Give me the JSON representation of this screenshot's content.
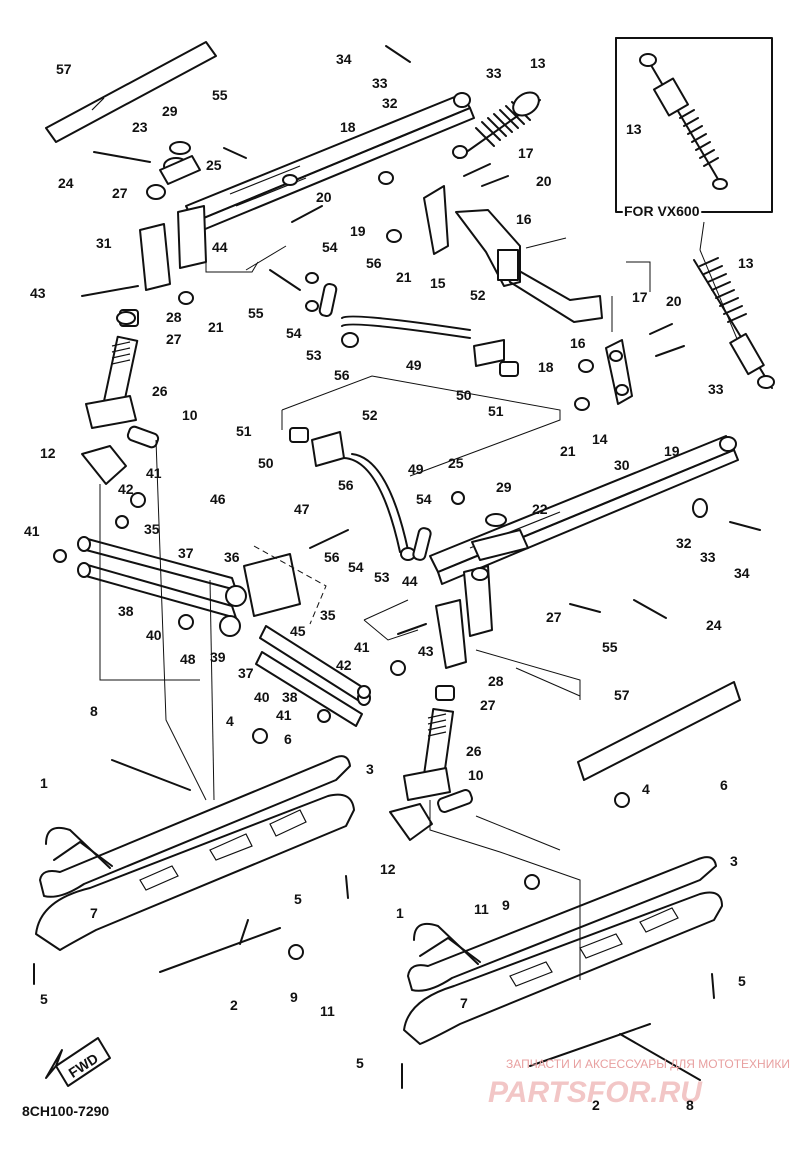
{
  "inset": {
    "label": "FOR VX600"
  },
  "diagram_code": "8CH100-7290",
  "fwd_arrow": {
    "label": "FWD"
  },
  "decal_text": "",
  "watermark": {
    "line1": "ЗАПЧАСТИ И АКСЕССУАРЫ ДЛЯ МОТОТЕХНИКИ",
    "line2": "PARTSFOR.RU"
  },
  "callouts": [
    {
      "id": "c57a",
      "label": "57"
    },
    {
      "id": "c55a",
      "label": "55"
    },
    {
      "id": "c29a",
      "label": "29"
    },
    {
      "id": "c23",
      "label": "23"
    },
    {
      "id": "c24a",
      "label": "24"
    },
    {
      "id": "c25a",
      "label": "25"
    },
    {
      "id": "c27a",
      "label": "27"
    },
    {
      "id": "c31",
      "label": "31"
    },
    {
      "id": "c44a",
      "label": "44"
    },
    {
      "id": "c43a",
      "label": "43"
    },
    {
      "id": "c28a",
      "label": "28"
    },
    {
      "id": "c21a",
      "label": "21"
    },
    {
      "id": "c27b",
      "label": "27"
    },
    {
      "id": "c26a",
      "label": "26"
    },
    {
      "id": "c34a",
      "label": "34"
    },
    {
      "id": "c33a",
      "label": "33"
    },
    {
      "id": "c32a",
      "label": "32"
    },
    {
      "id": "c33b",
      "label": "33"
    },
    {
      "id": "c13a",
      "label": "13"
    },
    {
      "id": "c18a",
      "label": "18"
    },
    {
      "id": "c17a",
      "label": "17"
    },
    {
      "id": "c20a",
      "label": "20"
    },
    {
      "id": "c20b",
      "label": "20"
    },
    {
      "id": "c19a",
      "label": "19"
    },
    {
      "id": "c16a",
      "label": "16"
    },
    {
      "id": "c21b",
      "label": "21"
    },
    {
      "id": "c15",
      "label": "15"
    },
    {
      "id": "c54a",
      "label": "54"
    },
    {
      "id": "c56a",
      "label": "56"
    },
    {
      "id": "c55b",
      "label": "55"
    },
    {
      "id": "c54b",
      "label": "54"
    },
    {
      "id": "c53a",
      "label": "53"
    },
    {
      "id": "c52a",
      "label": "52"
    },
    {
      "id": "c49a",
      "label": "49"
    },
    {
      "id": "c56b",
      "label": "56"
    },
    {
      "id": "c50a",
      "label": "50"
    },
    {
      "id": "c51a",
      "label": "51"
    },
    {
      "id": "c13b",
      "label": "13"
    },
    {
      "id": "c13c",
      "label": "13"
    },
    {
      "id": "c17b",
      "label": "17"
    },
    {
      "id": "c20c",
      "label": "20"
    },
    {
      "id": "c16b",
      "label": "16"
    },
    {
      "id": "c18b",
      "label": "18"
    },
    {
      "id": "c33c",
      "label": "33"
    },
    {
      "id": "c14",
      "label": "14"
    },
    {
      "id": "c21c",
      "label": "21"
    },
    {
      "id": "c19b",
      "label": "19"
    },
    {
      "id": "c10a",
      "label": "10"
    },
    {
      "id": "c12a",
      "label": "12"
    },
    {
      "id": "c41a",
      "label": "41"
    },
    {
      "id": "c42a",
      "label": "42"
    },
    {
      "id": "c41b",
      "label": "41"
    },
    {
      "id": "c35a",
      "label": "35"
    },
    {
      "id": "c38a",
      "label": "38"
    },
    {
      "id": "c37a",
      "label": "37"
    },
    {
      "id": "c36",
      "label": "36"
    },
    {
      "id": "c46",
      "label": "46"
    },
    {
      "id": "c47",
      "label": "47"
    },
    {
      "id": "c40a",
      "label": "40"
    },
    {
      "id": "c48",
      "label": "48"
    },
    {
      "id": "c39",
      "label": "39"
    },
    {
      "id": "c37b",
      "label": "37"
    },
    {
      "id": "c45",
      "label": "45"
    },
    {
      "id": "c35b",
      "label": "35"
    },
    {
      "id": "c40b",
      "label": "40"
    },
    {
      "id": "c38b",
      "label": "38"
    },
    {
      "id": "c41c",
      "label": "41"
    },
    {
      "id": "c42b",
      "label": "42"
    },
    {
      "id": "c41d",
      "label": "41"
    },
    {
      "id": "c51b",
      "label": "51"
    },
    {
      "id": "c52b",
      "label": "52"
    },
    {
      "id": "c50b",
      "label": "50"
    },
    {
      "id": "c49b",
      "label": "49"
    },
    {
      "id": "c56c",
      "label": "56"
    },
    {
      "id": "c54c",
      "label": "54"
    },
    {
      "id": "c56d",
      "label": "56"
    },
    {
      "id": "c54d",
      "label": "54"
    },
    {
      "id": "c53b",
      "label": "53"
    },
    {
      "id": "c44b",
      "label": "44"
    },
    {
      "id": "c25b",
      "label": "25"
    },
    {
      "id": "c29b",
      "label": "29"
    },
    {
      "id": "c22",
      "label": "22"
    },
    {
      "id": "c30",
      "label": "30"
    },
    {
      "id": "c32b",
      "label": "32"
    },
    {
      "id": "c33d",
      "label": "33"
    },
    {
      "id": "c34b",
      "label": "34"
    },
    {
      "id": "c27c",
      "label": "27"
    },
    {
      "id": "c24b",
      "label": "24"
    },
    {
      "id": "c55c",
      "label": "55"
    },
    {
      "id": "c43b",
      "label": "43"
    },
    {
      "id": "c28b",
      "label": "28"
    },
    {
      "id": "c27d",
      "label": "27"
    },
    {
      "id": "c26b",
      "label": "26"
    },
    {
      "id": "c57b",
      "label": "57"
    },
    {
      "id": "c10b",
      "label": "10"
    },
    {
      "id": "c12b",
      "label": "12"
    },
    {
      "id": "c8a",
      "label": "8"
    },
    {
      "id": "c4a",
      "label": "4"
    },
    {
      "id": "c6a",
      "label": "6"
    },
    {
      "id": "c1a",
      "label": "1"
    },
    {
      "id": "c3a",
      "label": "3"
    },
    {
      "id": "c5a",
      "label": "5"
    },
    {
      "id": "c7a",
      "label": "7"
    },
    {
      "id": "c5b",
      "label": "5"
    },
    {
      "id": "c2a",
      "label": "2"
    },
    {
      "id": "c9a",
      "label": "9"
    },
    {
      "id": "c11a",
      "label": "11"
    },
    {
      "id": "c4b",
      "label": "4"
    },
    {
      "id": "c6b",
      "label": "6"
    },
    {
      "id": "c3b",
      "label": "3"
    },
    {
      "id": "c1b",
      "label": "1"
    },
    {
      "id": "c11b",
      "label": "11"
    },
    {
      "id": "c9b",
      "label": "9"
    },
    {
      "id": "c5c",
      "label": "5"
    },
    {
      "id": "c7b",
      "label": "7"
    },
    {
      "id": "c5d",
      "label": "5"
    },
    {
      "id": "c2b",
      "label": "2"
    },
    {
      "id": "c8b",
      "label": "8"
    }
  ]
}
